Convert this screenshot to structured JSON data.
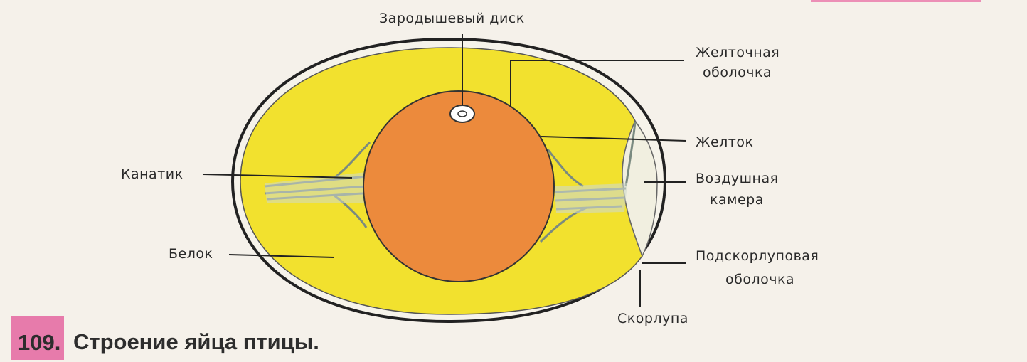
{
  "figure": {
    "number": "109.",
    "title": "Строение яйца птицы."
  },
  "labels": {
    "germinal_disc": "Зародышевый диск",
    "vitelline_membrane_1": "Желточная",
    "vitelline_membrane_2": "оболочка",
    "yolk": "Желток",
    "air_cell_1": "Воздушная",
    "air_cell_2": "камера",
    "shell_membrane_1": "Подскорлуповая",
    "shell_membrane_2": "оболочка",
    "shell": "Скорлупа",
    "chalaza": "Канатик",
    "albumen": "Белок"
  },
  "colors": {
    "albumen": "#f2e12e",
    "yolk": "#ec8a3c",
    "caption_box": "#e77bab",
    "air_cell": "#f1efe0"
  }
}
